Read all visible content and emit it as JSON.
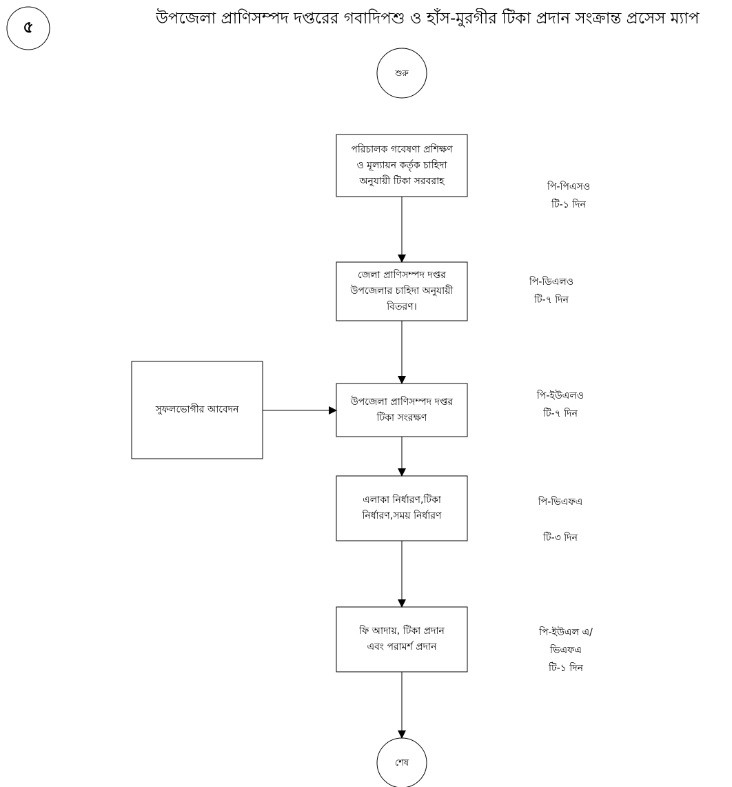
{
  "page_number": "৫",
  "title": "উপজেলা প্রাণিসম্পদ দপ্তরের গবাদিপশু ও হাঁস-মুরগীর টিকা প্রদান সংক্রান্ত  প্রসেস ম্যাপ",
  "start_label": "শুরু",
  "end_label": "শেষ",
  "steps": [
    {
      "lines": [
        "পরিচালক গবেষণা প্রশিক্ষণ",
        "ও মূল্যায়ন কর্তৃক চাহিদা",
        "অনুযায়ী টিকা সরবরাহ"
      ]
    },
    {
      "lines": [
        "জেলা প্রাণিসম্পদ দপ্তর",
        "উপজেলার চাহিদা অনুযায়ী",
        "বিতরণ।"
      ]
    },
    {
      "lines": [
        "উপজেলা প্রাণিসম্পদ দপ্তর",
        "টিকা সংরক্ষণ"
      ]
    },
    {
      "lines": [
        "এলাকা নির্ধারণ,টিকা",
        "নির্ধারণ,সময় নির্ধারণ"
      ]
    },
    {
      "lines": [
        "ফি আদায়, টিকা  প্রদান",
        "এবং পরামর্শ প্রদান"
      ]
    }
  ],
  "input_box": {
    "label": "সুফলভোগীর আবেদন"
  },
  "annotations": [
    {
      "lines": [
        "পি-পিএসও",
        "টি-১ দিন"
      ]
    },
    {
      "lines": [
        "পি-ডিএলও",
        "টি-৭ দিন"
      ]
    },
    {
      "lines": [
        "পি-ইউএলও",
        "টি-৭ দিন"
      ]
    },
    {
      "lines": [
        "পি-ভিএফএ",
        "",
        "টি-৩ দিন"
      ]
    },
    {
      "lines": [
        "পি-ইউএল এ/",
        "ভিএফএ",
        "টি-১ দিন"
      ]
    }
  ]
}
